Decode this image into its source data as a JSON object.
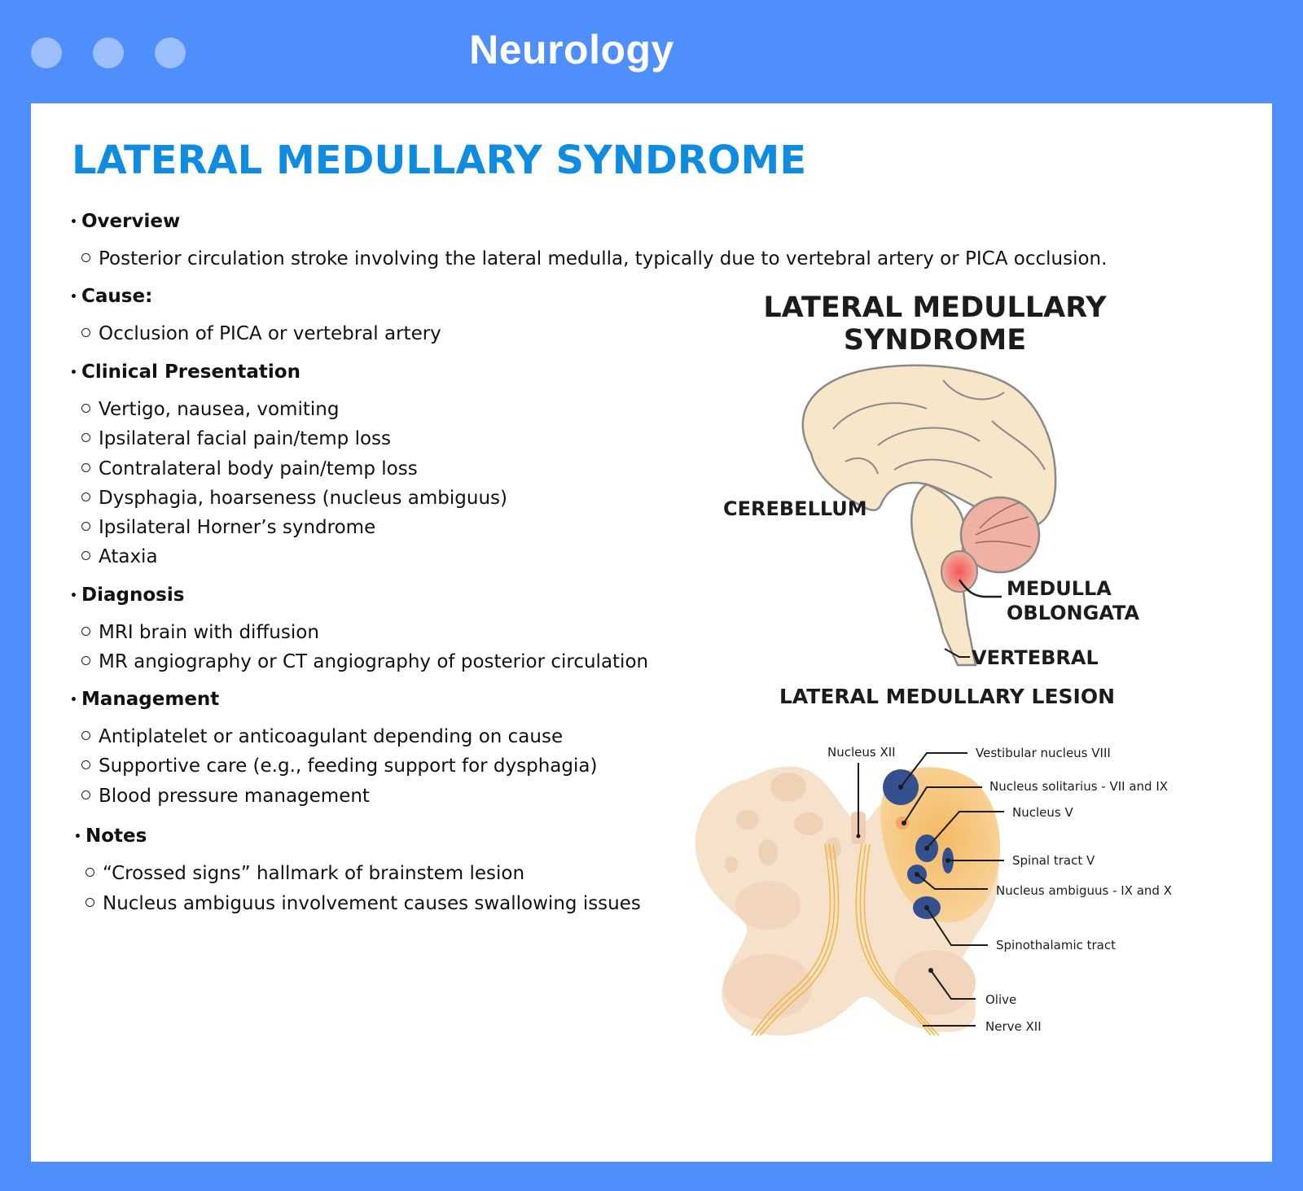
{
  "window": {
    "title": "Neurology",
    "controls": [
      "close",
      "minimize",
      "maximize"
    ]
  },
  "page": {
    "title": "LATERAL MEDULLARY SYNDROME"
  },
  "sections": [
    {
      "heading": "Overview",
      "items": [
        "Posterior circulation stroke involving the lateral medulla, typically due to vertebral artery or PICA occlusion."
      ]
    },
    {
      "heading": "Cause:",
      "items": [
        "Occlusion of PICA or vertebral artery"
      ]
    },
    {
      "heading": "Clinical Presentation",
      "items": [
        "Vertigo, nausea, vomiting",
        "Ipsilateral facial pain/temp loss",
        "Contralateral body pain/temp loss",
        "Dysphagia, hoarseness (nucleus ambiguus)",
        "Ipsilateral Horner’s syndrome",
        "Ataxia"
      ]
    },
    {
      "heading": "Diagnosis",
      "items": [
        "MRI brain with diffusion",
        "MR angiography or CT angiography of posterior circulation"
      ]
    },
    {
      "heading": "Management",
      "items": [
        "Antiplatelet or anticoagulant depending on cause",
        "Supportive care (e.g., feeding support for dysphagia)",
        "Blood pressure management"
      ]
    },
    {
      "heading": "Notes",
      "items": [
        "“Crossed signs” hallmark of brainstem lesion",
        "Nucleus ambiguus involvement causes swallowing issues"
      ]
    }
  ],
  "figure": {
    "brain_title_line1": "LATERAL MEDULLARY",
    "brain_title_line2": "SYNDROME",
    "label_cerebellum": "CEREBELLUM",
    "label_medulla_line1": "MEDULLA",
    "label_medulla_line2": "OBLONGATA",
    "label_vertebral": "VERTEBRAL",
    "lesion_title": "LATERAL MEDULLARY LESION",
    "lesion_labels": {
      "nucleus_xii": "Nucleus XII",
      "vestibular": "Vestibular nucleus VIII",
      "solitarius": "Nucleus solitarius - VII and IX",
      "nucleus_v": "Nucleus V",
      "spinal_tract": "Spinal tract V",
      "ambiguus": "Nucleus ambiguus - IX and X",
      "spinothalamic": "Spinothalamic tract",
      "olive": "Olive",
      "nerve_xii": "Nerve XII"
    }
  },
  "colors": {
    "frame": "#4f8ffc",
    "title_blue": "#0f8ce0",
    "brain_fill": "#f7e6c7",
    "cerebellum_fill": "#efb1a1",
    "lesion_red": "#f46a6a",
    "lesion_orange": "#f6c47a",
    "nucleus_blue": "#35508f"
  }
}
